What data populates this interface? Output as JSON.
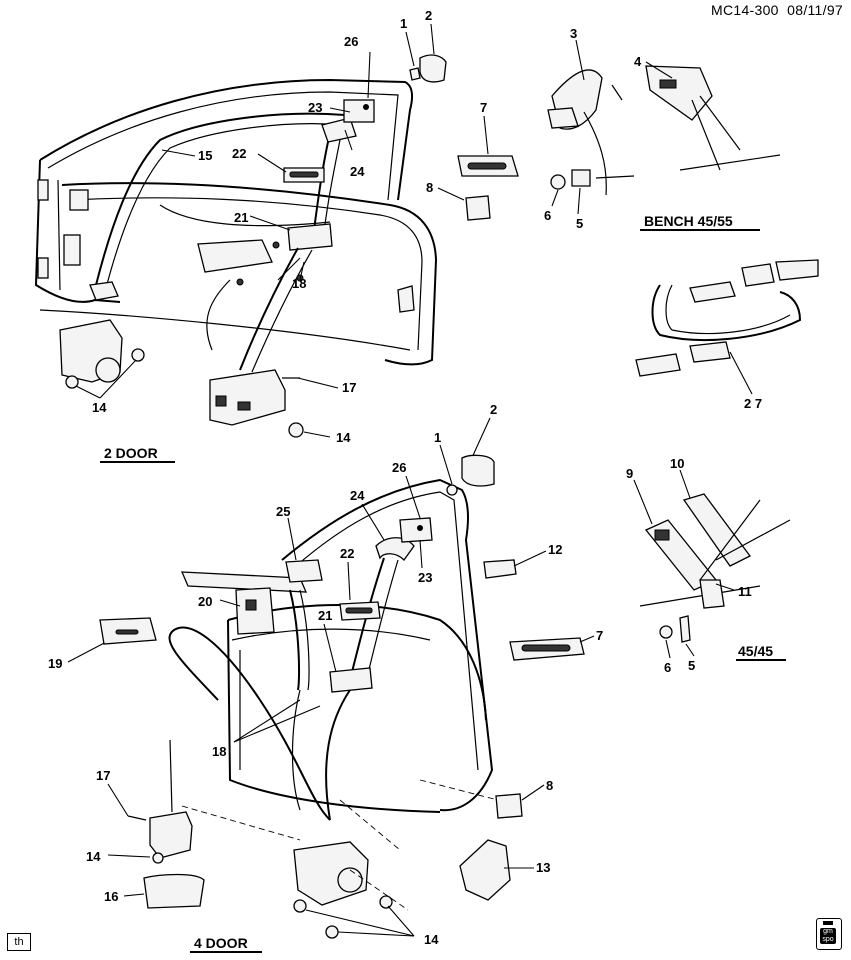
{
  "header": {
    "doc_code": "MC14-300",
    "date": "08/11/97"
  },
  "sections": {
    "two_door": "2 DOOR",
    "four_door": "4 DOOR",
    "bench": "BENCH 45/55",
    "split": "45/45"
  },
  "footer": {
    "th_label": "th",
    "logo_text": "gm spo"
  },
  "callouts": {
    "c1a": "1",
    "c2a": "2",
    "c26a": "26",
    "c23a": "23",
    "c24a": "24",
    "c15": "15",
    "c22a": "22",
    "c21a": "21",
    "c18a": "18",
    "c17a": "17",
    "c14a": "14",
    "c14b": "14",
    "c7a": "7",
    "c8a": "8",
    "c3": "3",
    "c4": "4",
    "c6a": "6",
    "c5a": "5",
    "c27": "2 7",
    "c1b": "1",
    "c2b": "2",
    "c26b": "26",
    "c24b": "24",
    "c25": "25",
    "c22b": "22",
    "c23b": "23",
    "c12": "12",
    "c20": "20",
    "c21b": "21",
    "c19": "19",
    "c7b": "7",
    "c18b": "18",
    "c17b": "17",
    "c14c": "14",
    "c16": "16",
    "c14d": "14",
    "c8b": "8",
    "c13": "13",
    "c9": "9",
    "c10": "10",
    "c11": "11",
    "c6b": "6",
    "c5b": "5"
  }
}
